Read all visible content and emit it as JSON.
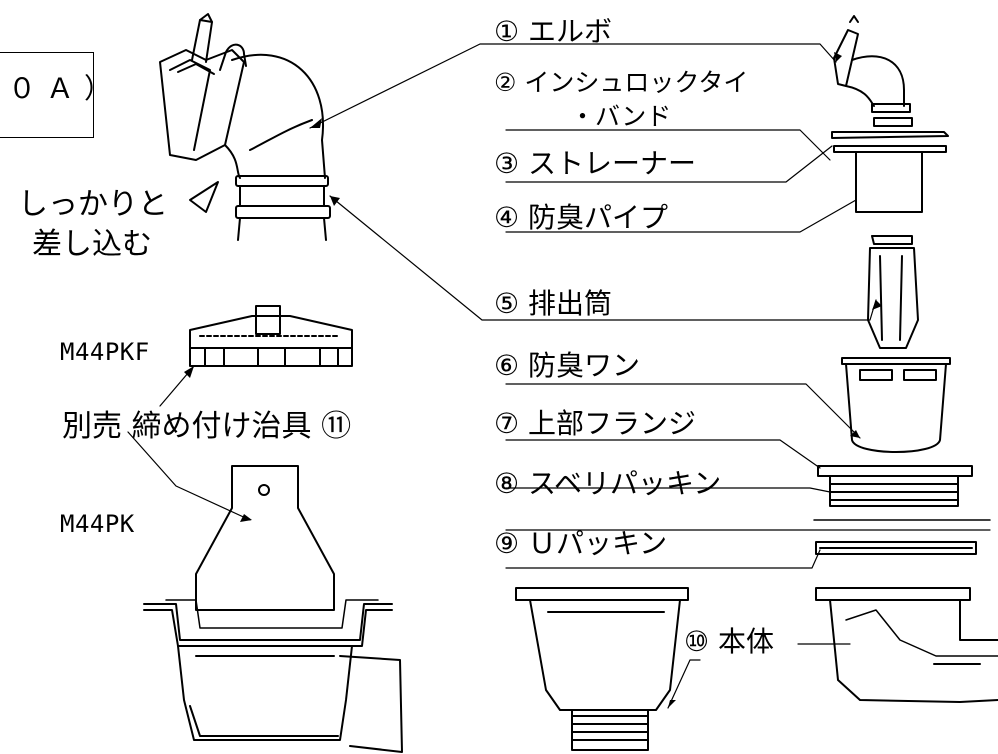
{
  "left": {
    "top_box_fragment": "０Ａ）",
    "insert_instruction_line1": "しっかりと",
    "insert_instruction_line2": "差し込む",
    "model_pkf": "M44PKF",
    "tool_label": "別売 締め付け治具 ⑪",
    "model_pk": "M44PK"
  },
  "parts": [
    {
      "label": "① エルボ"
    },
    {
      "label": "② インシュロックタイ"
    },
    {
      "label": "・バンド"
    },
    {
      "label": "③ ストレーナー"
    },
    {
      "label": "④ 防臭パイプ"
    },
    {
      "label": "⑤ 排出筒"
    },
    {
      "label": "⑥ 防臭ワン"
    },
    {
      "label": "⑦ 上部フランジ"
    },
    {
      "label": "⑧ スベリパッキン"
    },
    {
      "label": "⑨ Ｕパッキン"
    },
    {
      "label": "⑩ 本体"
    }
  ]
}
